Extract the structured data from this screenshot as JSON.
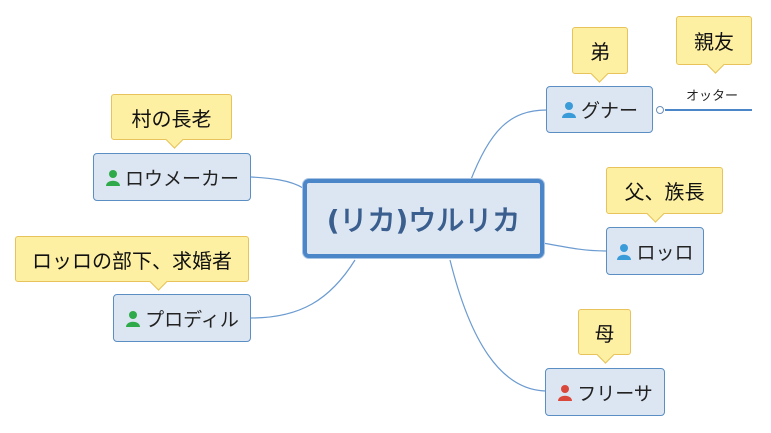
{
  "central": {
    "label": "(リカ)ウルリカ"
  },
  "nodes": [
    {
      "id": "gunnar",
      "label": "グナー",
      "person_color": "#3a9bd9",
      "note": "弟"
    },
    {
      "id": "rowmaker",
      "label": "ロウメーカー",
      "person_color": "#2eaa4a",
      "note": "村の長老"
    },
    {
      "id": "rokko",
      "label": "ロッロ",
      "person_color": "#3a9bd9",
      "note": "父、族長"
    },
    {
      "id": "prodiru",
      "label": "プロディル",
      "person_color": "#2eaa4a",
      "note": "ロッロの部下、求婚者"
    },
    {
      "id": "furisa",
      "label": "フリーサ",
      "person_color": "#d9483a",
      "note": "母"
    }
  ],
  "subtopic": {
    "label": "オッター",
    "note": "親友"
  },
  "colors": {
    "node_fill": "#dce6f2",
    "node_border": "#5b8ec2",
    "central_border": "#4a86c8",
    "central_text": "#3a5f8f",
    "callout_fill": "#fdf0a2",
    "callout_border": "#e8c25a",
    "connector": "#6b9bd1"
  }
}
